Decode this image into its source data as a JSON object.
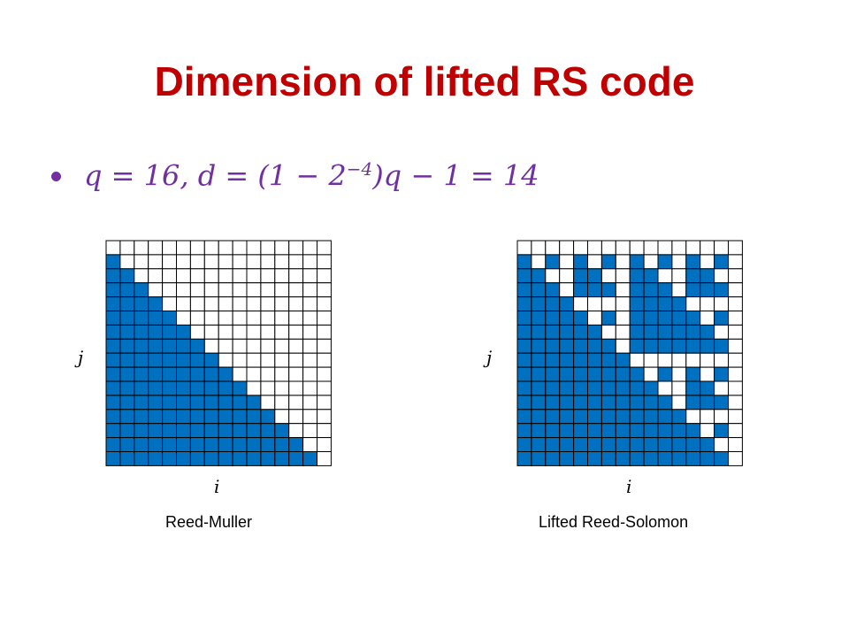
{
  "slide": {
    "title": "Dimension of lifted RS code",
    "bullet": "q = 16, d = (1 − 2−4)q − 1 = 14",
    "accent_color": "#c00000",
    "bullet_color": "#7030a0",
    "fill_color": "#0070c0"
  },
  "grids": [
    {
      "caption": "Reed-Muller",
      "x_label": "i",
      "y_label": "j",
      "rows": [
        "0000000000000000",
        "1000000000000000",
        "1100000000000000",
        "1110000000000000",
        "1111000000000000",
        "1111100000000000",
        "1111110000000000",
        "1111111000000000",
        "1111111100000000",
        "1111111110000000",
        "1111111111000000",
        "1111111111100000",
        "1111111111110000",
        "1111111111111000",
        "1111111111111100",
        "1111111111111110"
      ]
    },
    {
      "caption": "Lifted Reed-Solomon",
      "x_label": "i",
      "y_label": "j",
      "rows": [
        "0000000000000000",
        "1010101010101010",
        "1100110011001100",
        "1110111011101110",
        "1111000011110000",
        "1111101011111010",
        "1111110011111100",
        "1111111011111110",
        "1111111100000000",
        "1111111110101010",
        "1111111111001100",
        "1111111111101110",
        "1111111111110000",
        "1111111111111010",
        "1111111111111100",
        "1111111111111110"
      ]
    }
  ]
}
